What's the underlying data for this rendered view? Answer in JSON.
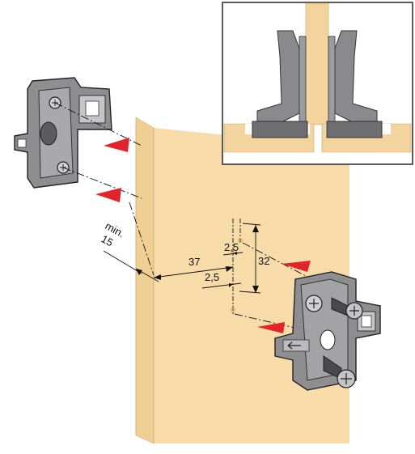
{
  "dimensions": {
    "horizontal_offset": "37",
    "upper_hole_offset": "2,5",
    "lower_hole_offset": "2,5",
    "hole_spacing": "32",
    "edge_min_label": "min.",
    "edge_min_value": "15"
  },
  "colors": {
    "panel_front": "#f7dcaa",
    "panel_side": "#efcf93",
    "plate_metal": "#8e8e90",
    "plate_dark": "#5c5c5f",
    "arrow_red": "#e1242a",
    "line": "#111111",
    "inset_border": "#333333"
  },
  "icons": [
    "mounting-plate",
    "screw",
    "hinge-cup",
    "direction-arrow"
  ]
}
